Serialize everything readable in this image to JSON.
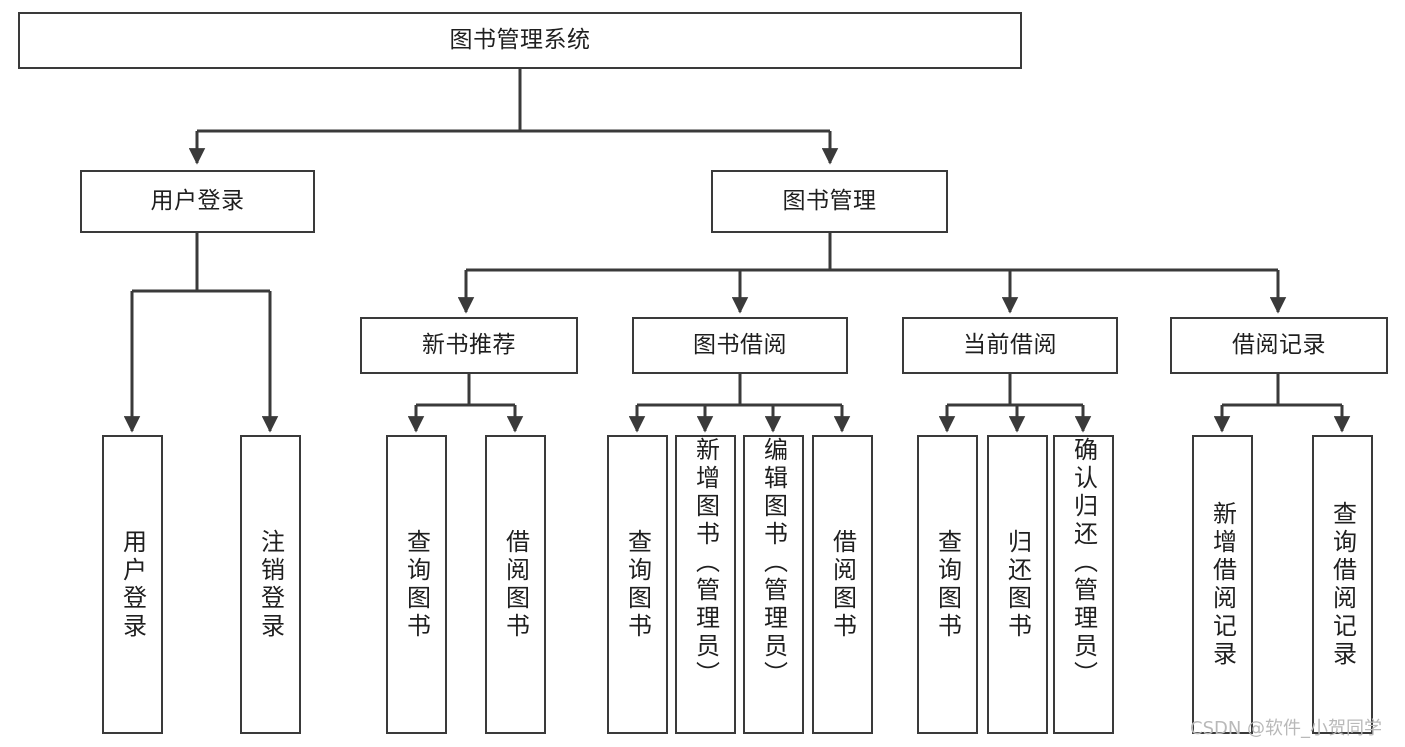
{
  "diagram": {
    "title": "图书管理系统",
    "type": "tree-structure-chart",
    "background": "#ffffff",
    "line_color": "#3a3a3a",
    "text_color": "#1f1f1f",
    "watermark": "CSDN @软件_小贺同学",
    "levels": {
      "root": {
        "label": "图书管理系统"
      },
      "level2": [
        {
          "label": "用户登录"
        },
        {
          "label": "图书管理"
        }
      ],
      "level3": [
        {
          "label": "新书推荐"
        },
        {
          "label": "图书借阅"
        },
        {
          "label": "当前借阅"
        },
        {
          "label": "借阅记录"
        }
      ],
      "leaves": [
        {
          "label": "用户登录",
          "parent": "用户登录"
        },
        {
          "label": "注销登录",
          "parent": "用户登录"
        },
        {
          "label": "查询图书",
          "parent": "新书推荐"
        },
        {
          "label": "借阅图书",
          "parent": "新书推荐"
        },
        {
          "label": "查询图书",
          "parent": "图书借阅"
        },
        {
          "label": "新增图书（管理员）",
          "parent": "图书借阅"
        },
        {
          "label": "编辑图书（管理员）",
          "parent": "图书借阅"
        },
        {
          "label": "借阅图书",
          "parent": "图书借阅"
        },
        {
          "label": "查询图书",
          "parent": "当前借阅"
        },
        {
          "label": "归还图书",
          "parent": "当前借阅"
        },
        {
          "label": "确认归还（管理员）",
          "parent": "当前借阅"
        },
        {
          "label": "新增借阅记录",
          "parent": "借阅记录"
        },
        {
          "label": "查询借阅记录",
          "parent": "借阅记录"
        }
      ]
    }
  }
}
